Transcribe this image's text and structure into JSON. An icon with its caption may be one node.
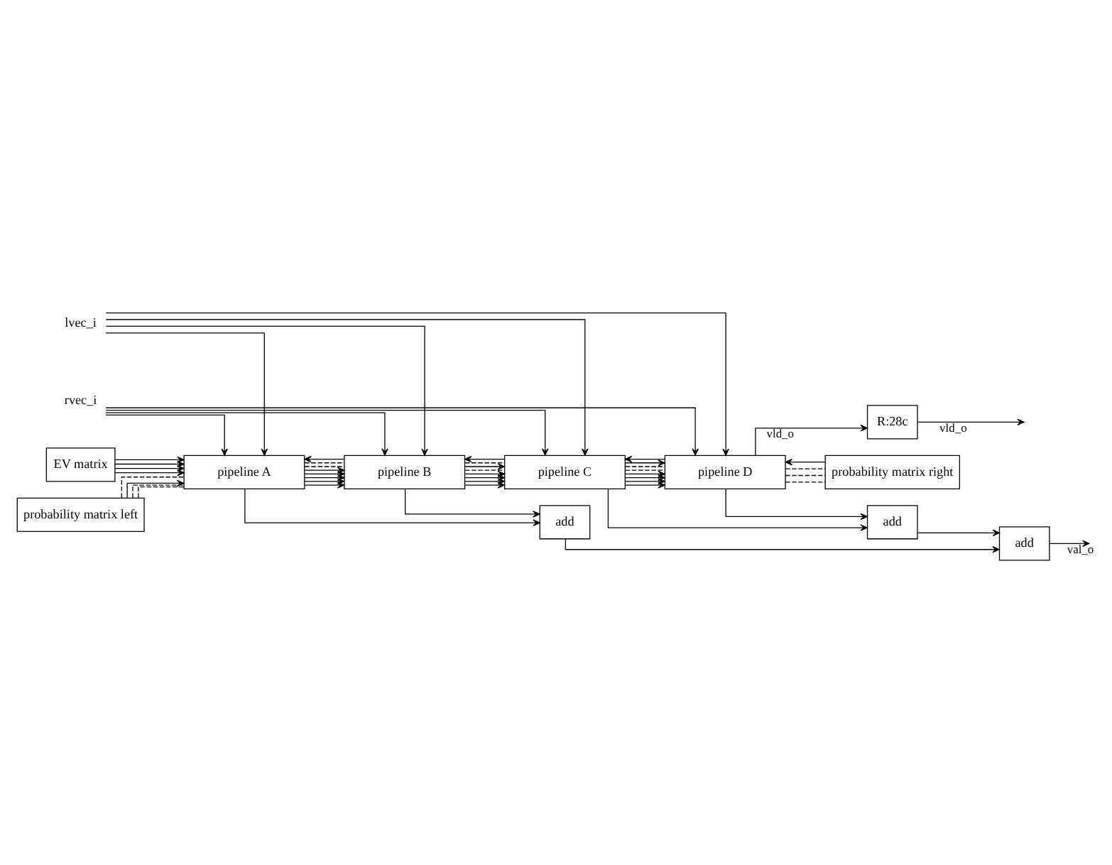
{
  "diagram": {
    "nodes": [
      {
        "text": [
          "EV matrix"
        ]
      },
      {
        "text": [
          "probability matrix left"
        ]
      },
      {
        "text": [
          "lvec_i"
        ]
      },
      {
        "text": [
          "rvec_i"
        ]
      },
      {
        "text": [
          "pipeline A"
        ]
      },
      {
        "text": [
          "pipeline B"
        ]
      },
      {
        "text": [
          "pipeline C"
        ]
      },
      {
        "text": [
          "pipeline D"
        ]
      },
      {
        "text": [
          "add"
        ]
      },
      {
        "text": [
          "add"
        ]
      },
      {
        "text": [
          "add"
        ]
      },
      {
        "text": [
          "R:28c"
        ]
      },
      {
        "text": [
          "probability matrix right"
        ]
      }
    ],
    "edges": [
      {
        "from": 0,
        "to": 4,
        "arrow": "to"
      },
      {
        "from": 0,
        "to": 4,
        "arrow": "to"
      },
      {
        "from": 0,
        "to": 4,
        "arrow": "to"
      },
      {
        "from": 0,
        "to": 4,
        "arrow": "to"
      },
      {
        "from": 1,
        "to": 4,
        "arrow": "to"
      },
      {
        "from": 1,
        "to": 4,
        "arrow": "none",
        "style": "dashed"
      },
      {
        "from": 1,
        "to": 4,
        "arrow": "none",
        "style": "dashed"
      },
      {
        "from": 1,
        "to": 4,
        "arrow": "none",
        "style": "dashed"
      },
      {
        "from": 2,
        "to": 4,
        "arrow": "to"
      },
      {
        "from": 3,
        "to": 4,
        "arrow": "to"
      },
      {
        "from": 4,
        "to": 5,
        "arrow": "to"
      },
      {
        "from": 4,
        "to": 5,
        "arrow": "to"
      },
      {
        "from": 4,
        "to": 5,
        "arrow": "to"
      },
      {
        "from": 4,
        "to": 5,
        "arrow": "to"
      },
      {
        "from": 5,
        "to": 4,
        "arrow": "to"
      },
      {
        "from": 4,
        "to": 5,
        "arrow": "to"
      },
      {
        "from": 4,
        "to": 5,
        "arrow": "none",
        "style": "dashed"
      },
      {
        "from": 4,
        "to": 5,
        "arrow": "none",
        "style": "dashed"
      },
      {
        "from": 2,
        "to": 5,
        "arrow": "to"
      },
      {
        "from": 3,
        "to": 5,
        "arrow": "to"
      },
      {
        "from": 5,
        "to": 6,
        "arrow": "to"
      },
      {
        "from": 5,
        "to": 6,
        "arrow": "to"
      },
      {
        "from": 5,
        "to": 6,
        "arrow": "to"
      },
      {
        "from": 5,
        "to": 6,
        "arrow": "to"
      },
      {
        "from": 5,
        "to": 6,
        "arrow": "none",
        "style": "dashed"
      },
      {
        "from": 6,
        "to": 5,
        "arrow": "to"
      },
      {
        "from": 5,
        "to": 6,
        "arrow": "to"
      },
      {
        "from": 5,
        "to": 6,
        "arrow": "none",
        "style": "dashed"
      },
      {
        "from": 2,
        "to": 6,
        "arrow": "to"
      },
      {
        "from": 3,
        "to": 6,
        "arrow": "to"
      },
      {
        "from": 6,
        "to": 7,
        "arrow": "to"
      },
      {
        "from": 6,
        "to": 7,
        "arrow": "to"
      },
      {
        "from": 6,
        "to": 7,
        "arrow": "to"
      },
      {
        "from": 6,
        "to": 7,
        "arrow": "to"
      },
      {
        "from": 6,
        "to": 7,
        "arrow": "none",
        "style": "dashed"
      },
      {
        "from": 6,
        "to": 7,
        "arrow": "none",
        "style": "dashed"
      },
      {
        "from": 7,
        "to": 6,
        "arrow": "to"
      },
      {
        "from": 6,
        "to": 7,
        "arrow": "to"
      },
      {
        "from": 2,
        "to": 7,
        "arrow": "to"
      },
      {
        "from": 3,
        "to": 7,
        "arrow": "to"
      },
      {
        "from": 7,
        "to": 12,
        "arrow": "none",
        "style": "dashed"
      },
      {
        "from": 7,
        "to": 12,
        "arrow": "none",
        "style": "dashed"
      },
      {
        "from": 7,
        "to": 12,
        "arrow": "none",
        "style": "dashed"
      },
      {
        "from": 12,
        "to": 7,
        "arrow": "to"
      },
      {
        "from": 4,
        "to": 8,
        "arrow": "to"
      },
      {
        "from": 5,
        "to": 8,
        "arrow": "to"
      },
      {
        "from": 6,
        "to": 10,
        "arrow": "to"
      },
      {
        "from": 7,
        "to": 10,
        "arrow": "to"
      },
      {
        "from": 8,
        "to": 9,
        "arrow": "to"
      },
      {
        "from": 10,
        "to": 9,
        "arrow": "to"
      },
      {
        "from": 9,
        "to": null,
        "arrow": "to",
        "label": "val_o"
      },
      {
        "from": 7,
        "to": 11,
        "arrow": "to",
        "label": "vld_o"
      },
      {
        "from": 11,
        "to": null,
        "arrow": "to",
        "label": "vld_o"
      }
    ]
  }
}
